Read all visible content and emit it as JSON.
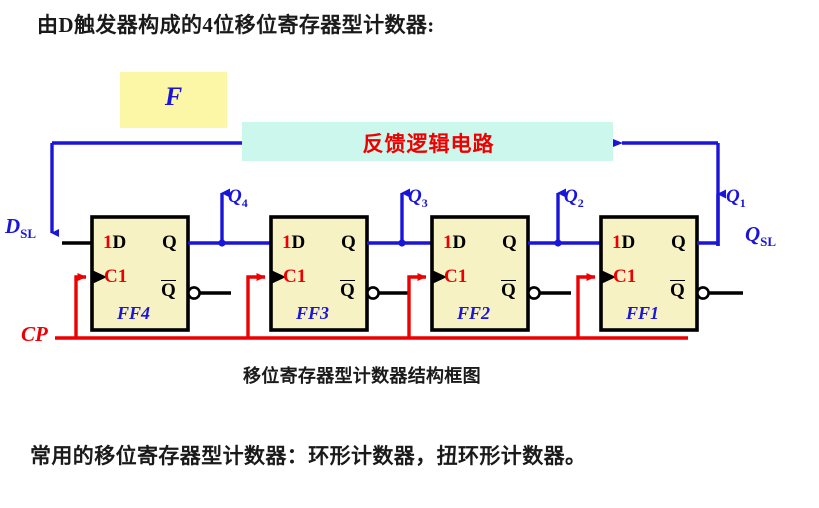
{
  "slide": {
    "title": "由D触发器构成的4位移位寄存器型计数器:",
    "caption": "移位寄存器型计数器结构框图",
    "footer": "常用的移位寄存器型计数器：环形计数器，扭环形计数器。"
  },
  "colors": {
    "wire_blue": "#1a15d8",
    "wire_red": "#ee0000",
    "wire_black": "#000000",
    "ff_fill": "#f7f2c4",
    "ff_border": "#000000",
    "feedback_fill": "#ccf7ec",
    "f_box_fill": "#fbf7a6",
    "text_dark": "#1a1a1a"
  },
  "diagram": {
    "f_box": {
      "label": "F"
    },
    "feedback_box": {
      "label": "反馈逻辑电路"
    },
    "serial_input": {
      "label": "D",
      "sub": "SL"
    },
    "serial_output": {
      "label": "Q",
      "sub": "SL"
    },
    "clock": {
      "label": "CP"
    },
    "port_labels": {
      "d_prefix": "1",
      "d_suffix": "D",
      "q": "Q",
      "clk": "C1",
      "qbar": "Q"
    },
    "flipflops": [
      {
        "name": "FF4",
        "out_label": "Q",
        "out_sub": "4"
      },
      {
        "name": "FF3",
        "out_label": "Q",
        "out_sub": "3"
      },
      {
        "name": "FF2",
        "out_label": "Q",
        "out_sub": "2"
      },
      {
        "name": "FF1",
        "out_label": "Q",
        "out_sub": "1"
      }
    ]
  }
}
